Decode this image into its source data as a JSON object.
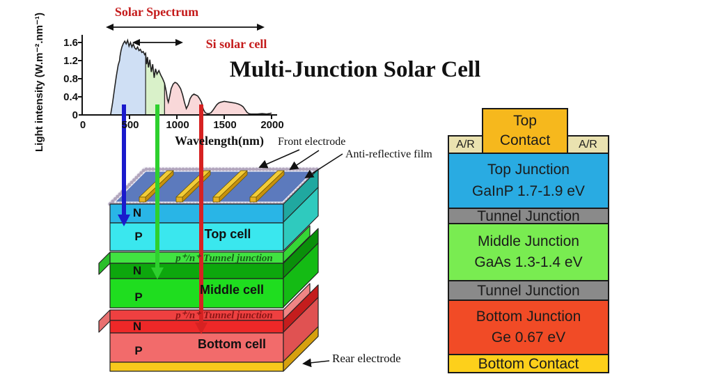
{
  "title": "Multi-Junction Solar Cell",
  "chart": {
    "y_axis_label": "Light intensity (W.m⁻².nm⁻¹)",
    "x_axis_label": "Wavelength(nm)",
    "y_ticks": [
      "1.6",
      "1.2",
      "0.8",
      "0.4",
      "0"
    ],
    "x_ticks": [
      "0",
      "500",
      "1000",
      "1500",
      "2000"
    ],
    "solar_spectrum_label": "Solar Spectrum",
    "si_solar_cell_label": "Si solar cell"
  },
  "chart_data": {
    "type": "area",
    "title": "Solar Spectrum",
    "xlabel": "Wavelength(nm)",
    "ylabel": "Light intensity (W.m⁻².nm⁻¹)",
    "xlim": [
      0,
      2000
    ],
    "ylim": [
      0,
      1.6
    ],
    "x_ticks": [
      0,
      500,
      1000,
      1500,
      2000
    ],
    "y_ticks": [
      0,
      0.4,
      0.8,
      1.2,
      1.6
    ],
    "grid": false,
    "series": [
      {
        "name": "solar-spectrum-irradiance",
        "points": [
          [
            300,
            0
          ],
          [
            320,
            0.25
          ],
          [
            340,
            0.55
          ],
          [
            360,
            0.85
          ],
          [
            380,
            1.1
          ],
          [
            395,
            1.2
          ],
          [
            400,
            1.3
          ],
          [
            410,
            1.42
          ],
          [
            420,
            1.5
          ],
          [
            435,
            1.58
          ],
          [
            450,
            1.63
          ],
          [
            465,
            1.57
          ],
          [
            480,
            1.65
          ],
          [
            495,
            1.52
          ],
          [
            510,
            1.6
          ],
          [
            525,
            1.5
          ],
          [
            540,
            1.57
          ],
          [
            555,
            1.48
          ],
          [
            570,
            1.45
          ],
          [
            585,
            1.5
          ],
          [
            600,
            1.42
          ],
          [
            615,
            1.45
          ],
          [
            630,
            1.38
          ],
          [
            645,
            1.4
          ],
          [
            660,
            1.33
          ],
          [
            670,
            1.36
          ],
          [
            680,
            1.12
          ],
          [
            690,
            1.28
          ],
          [
            700,
            1.05
          ],
          [
            715,
            1.22
          ],
          [
            730,
            0.95
          ],
          [
            745,
            1.12
          ],
          [
            760,
            0.82
          ],
          [
            775,
            1.02
          ],
          [
            790,
            0.9
          ],
          [
            810,
            0.98
          ],
          [
            830,
            0.88
          ],
          [
            850,
            0.8
          ],
          [
            870,
            0.7
          ],
          [
            890,
            0.5
          ],
          [
            900,
            0.35
          ],
          [
            910,
            0.28
          ],
          [
            925,
            0.42
          ],
          [
            940,
            0.58
          ],
          [
            960,
            0.68
          ],
          [
            980,
            0.72
          ],
          [
            1000,
            0.7
          ],
          [
            1020,
            0.65
          ],
          [
            1040,
            0.58
          ],
          [
            1060,
            0.45
          ],
          [
            1080,
            0.28
          ],
          [
            1100,
            0.14
          ],
          [
            1120,
            0.22
          ],
          [
            1140,
            0.36
          ],
          [
            1160,
            0.43
          ],
          [
            1180,
            0.46
          ],
          [
            1200,
            0.44
          ],
          [
            1220,
            0.42
          ],
          [
            1240,
            0.36
          ],
          [
            1260,
            0.28
          ],
          [
            1280,
            0.12
          ],
          [
            1300,
            0.05
          ],
          [
            1320,
            0.03
          ],
          [
            1340,
            0.03
          ],
          [
            1360,
            0.05
          ],
          [
            1380,
            0.1
          ],
          [
            1400,
            0.16
          ],
          [
            1420,
            0.22
          ],
          [
            1440,
            0.26
          ],
          [
            1460,
            0.28
          ],
          [
            1480,
            0.29
          ],
          [
            1500,
            0.3
          ],
          [
            1530,
            0.29
          ],
          [
            1560,
            0.28
          ],
          [
            1590,
            0.27
          ],
          [
            1620,
            0.26
          ],
          [
            1650,
            0.24
          ],
          [
            1680,
            0.21
          ],
          [
            1700,
            0.18
          ],
          [
            1720,
            0.12
          ],
          [
            1740,
            0.06
          ],
          [
            1760,
            0.03
          ],
          [
            1780,
            0.02
          ],
          [
            1800,
            0.02
          ],
          [
            1850,
            0.02
          ],
          [
            1900,
            0.03
          ],
          [
            1950,
            0.02
          ],
          [
            2000,
            0.04
          ]
        ]
      }
    ],
    "regions": [
      {
        "name": "top-junction-absorption",
        "range": [
          300,
          670
        ],
        "color": "#cfdff4"
      },
      {
        "name": "middle-junction-absorption",
        "range": [
          670,
          870
        ],
        "color": "#d9f1c9"
      },
      {
        "name": "bottom-junction-absorption",
        "range": [
          870,
          2000
        ],
        "color": "#f9d8d9"
      }
    ],
    "annotations": [
      {
        "label": "Solar Spectrum",
        "wavelength_span": [
          260,
          1920
        ]
      },
      {
        "label": "Si solar cell",
        "wavelength_span": [
          540,
          1060
        ]
      }
    ]
  },
  "cell3d": {
    "front_electrode_label": "Front electrode",
    "anti_reflective_label": "Anti-reflective film",
    "rear_electrode_label": "Rear electrode",
    "subcells": [
      {
        "n": "N",
        "p": "P",
        "label": "Top cell"
      },
      {
        "n": "N",
        "p": "P",
        "label": "Middle cell"
      },
      {
        "n": "N",
        "p": "P",
        "label": "Bottom cell"
      }
    ],
    "tunnel_labels": [
      "p⁺/n⁺ Tunnel junction",
      "p⁺/n⁺ Tunnel junction"
    ],
    "photon_arrows": [
      {
        "name": "blue-photon",
        "color": "#1a1acc"
      },
      {
        "name": "green-photon",
        "color": "#2ed02e"
      },
      {
        "name": "red-photon",
        "color": "#d62222"
      }
    ],
    "layer_colors": {
      "top-face": "#5c7abd",
      "top-n": "#29b5e6",
      "top-p": "#3ae7ee",
      "tunnel-1": "#41e341",
      "middle-n": "#0da70d",
      "middle-p": "#1fdd1f",
      "tunnel-2": "#ee4040",
      "bottom-n": "#ee2828",
      "bottom-p": "#f26b6b",
      "rear-electrode": "#f8c81c"
    }
  },
  "stack": {
    "top_contact": {
      "line1": "Top",
      "line2": "Contact",
      "color": "#f6b81d"
    },
    "ar_left": {
      "label": "A/R",
      "color": "#eae2b0"
    },
    "ar_right": {
      "label": "A/R",
      "color": "#eae2b0"
    },
    "layers": [
      {
        "name": "top-junction",
        "line1": "Top Junction",
        "line2": "GaInP 1.7-1.9 eV",
        "color": "#29abe2"
      },
      {
        "name": "tunnel-junction-upper",
        "line1": "Tunnel Junction",
        "line2": "",
        "color": "#8a8a8a"
      },
      {
        "name": "middle-junction",
        "line1": "Middle Junction",
        "line2": "GaAs 1.3-1.4 eV",
        "color": "#79ec51"
      },
      {
        "name": "tunnel-junction-lower",
        "line1": "Tunnel Junction",
        "line2": "",
        "color": "#8a8a8a"
      },
      {
        "name": "bottom-junction",
        "line1": "Bottom Junction",
        "line2": "Ge 0.67 eV",
        "color": "#f14b26"
      },
      {
        "name": "bottom-contact",
        "line1": "Bottom Contact",
        "line2": "",
        "color": "#fdd01b"
      }
    ]
  }
}
